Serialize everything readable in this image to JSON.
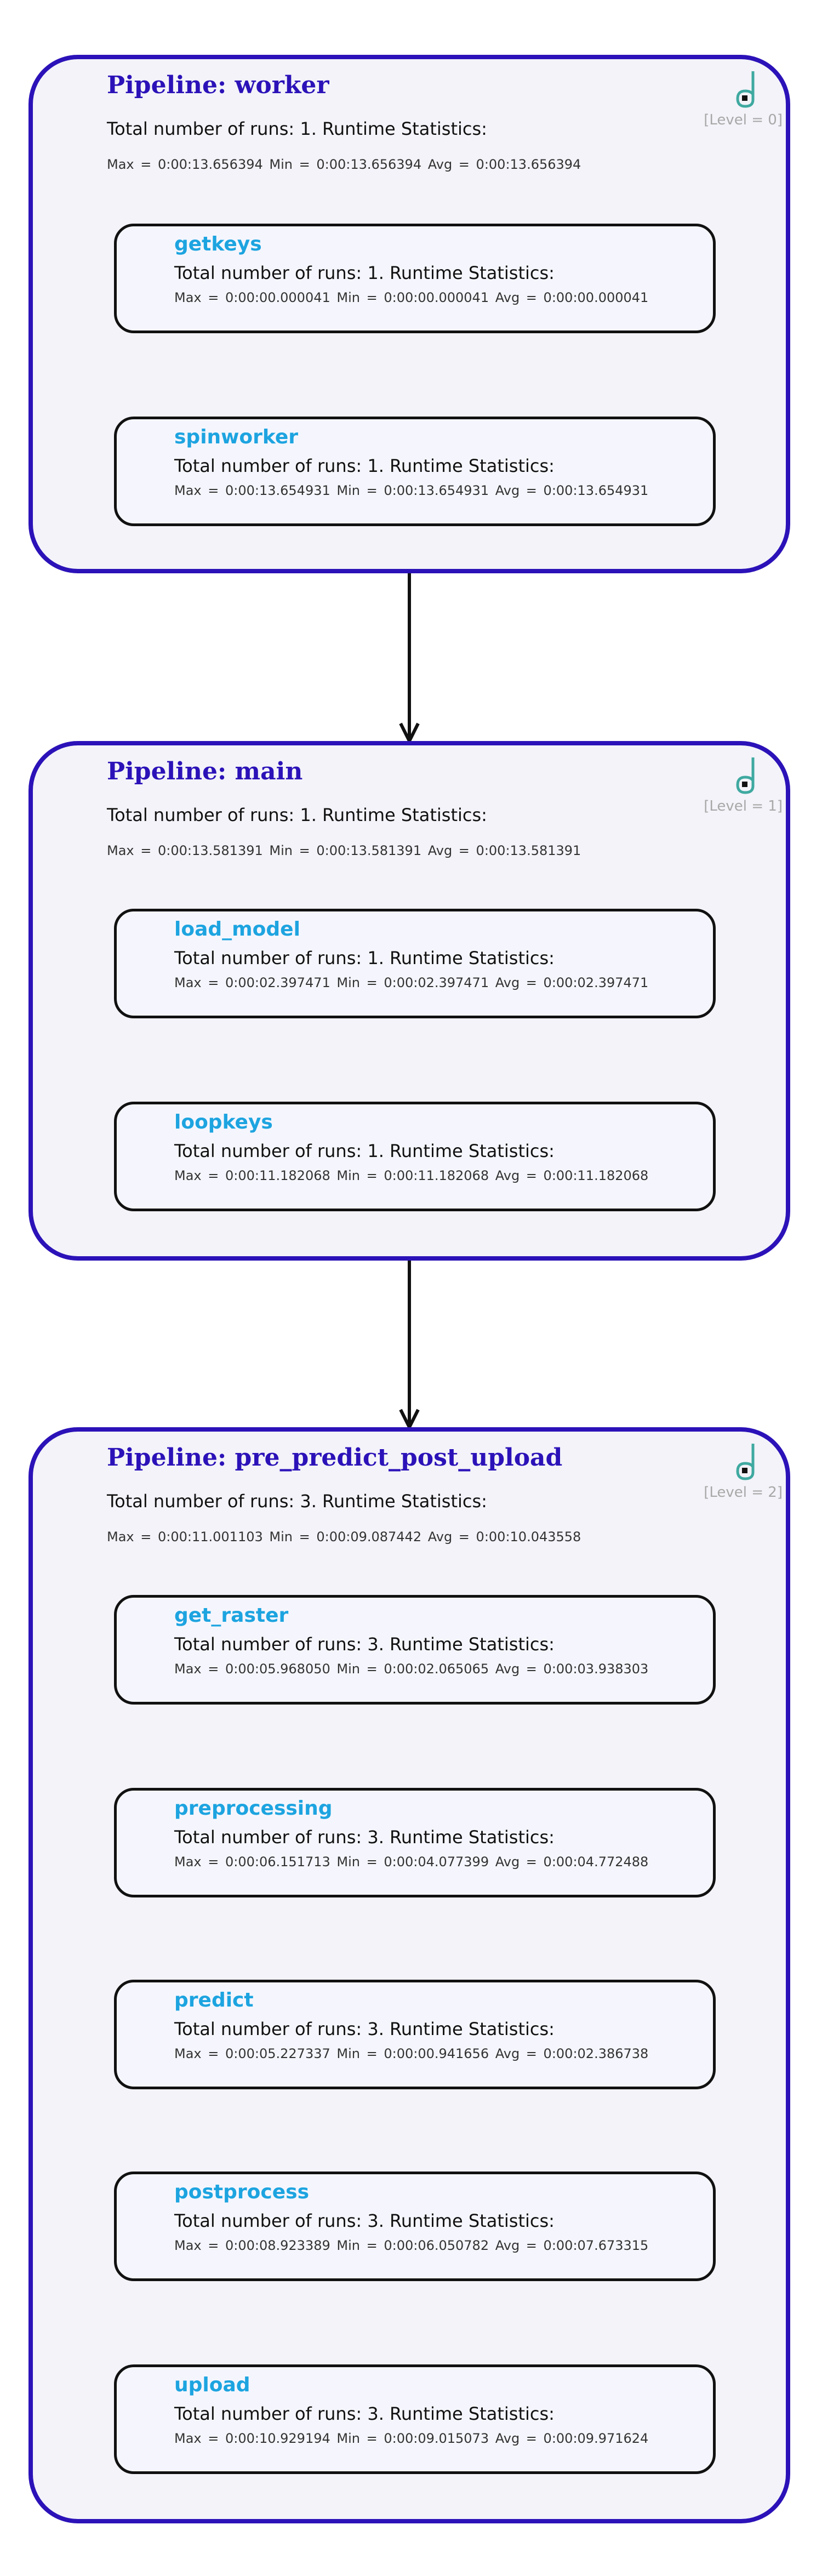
{
  "pipelines": [
    {
      "title": "Pipeline: worker",
      "runs": "Total number of runs: 1. Runtime Statistics:",
      "stats": "Max = 0:00:13.656394   Min = 0:00:13.656394   Avg = 0:00:13.656394",
      "level": "[Level = 0]",
      "steps": [
        {
          "name": "getkeys",
          "runs": "Total number of runs: 1. Runtime Statistics:",
          "stats": "Max = 0:00:00.000041   Min = 0:00:00.000041   Avg = 0:00:00.000041"
        },
        {
          "name": "spinworker",
          "runs": "Total number of runs: 1. Runtime Statistics:",
          "stats": "Max = 0:00:13.654931   Min = 0:00:13.654931   Avg = 0:00:13.654931"
        }
      ]
    },
    {
      "title": "Pipeline: main",
      "runs": "Total number of runs: 1. Runtime Statistics:",
      "stats": "Max = 0:00:13.581391   Min = 0:00:13.581391   Avg = 0:00:13.581391",
      "level": "[Level = 1]",
      "steps": [
        {
          "name": "load_model",
          "runs": "Total number of runs: 1. Runtime Statistics:",
          "stats": "Max = 0:00:02.397471   Min = 0:00:02.397471   Avg = 0:00:02.397471"
        },
        {
          "name": "loopkeys",
          "runs": "Total number of runs: 1. Runtime Statistics:",
          "stats": "Max = 0:00:11.182068   Min = 0:00:11.182068   Avg = 0:00:11.182068"
        }
      ]
    },
    {
      "title": "Pipeline: pre_predict_post_upload",
      "runs": "Total number of runs: 3. Runtime Statistics:",
      "stats": "Max = 0:00:11.001103   Min = 0:00:09.087442   Avg = 0:00:10.043558",
      "level": "[Level = 2]",
      "steps": [
        {
          "name": "get_raster",
          "runs": "Total number of runs: 3. Runtime Statistics:",
          "stats": "Max = 0:00:05.968050   Min = 0:00:02.065065   Avg = 0:00:03.938303"
        },
        {
          "name": "preprocessing",
          "runs": "Total number of runs: 3. Runtime Statistics:",
          "stats": "Max = 0:00:06.151713   Min = 0:00:04.077399   Avg = 0:00:04.772488"
        },
        {
          "name": "predict",
          "runs": "Total number of runs: 3. Runtime Statistics:",
          "stats": "Max = 0:00:05.227337   Min = 0:00:00.941656   Avg = 0:00:02.386738"
        },
        {
          "name": "postprocess",
          "runs": "Total number of runs: 3. Runtime Statistics:",
          "stats": "Max = 0:00:08.923389   Min = 0:00:06.050782   Avg = 0:00:07.673315"
        },
        {
          "name": "upload",
          "runs": "Total number of runs: 3. Runtime Statistics:",
          "stats": "Max = 0:00:10.929194   Min = 0:00:09.015073   Avg = 0:00:09.971624"
        }
      ]
    }
  ],
  "colors": {
    "pipeline_border": "#2b12b8",
    "pipeline_fill": "#f3f3f9",
    "step_name": "#1da4e0",
    "logo_teal": "#3fa9a0"
  }
}
